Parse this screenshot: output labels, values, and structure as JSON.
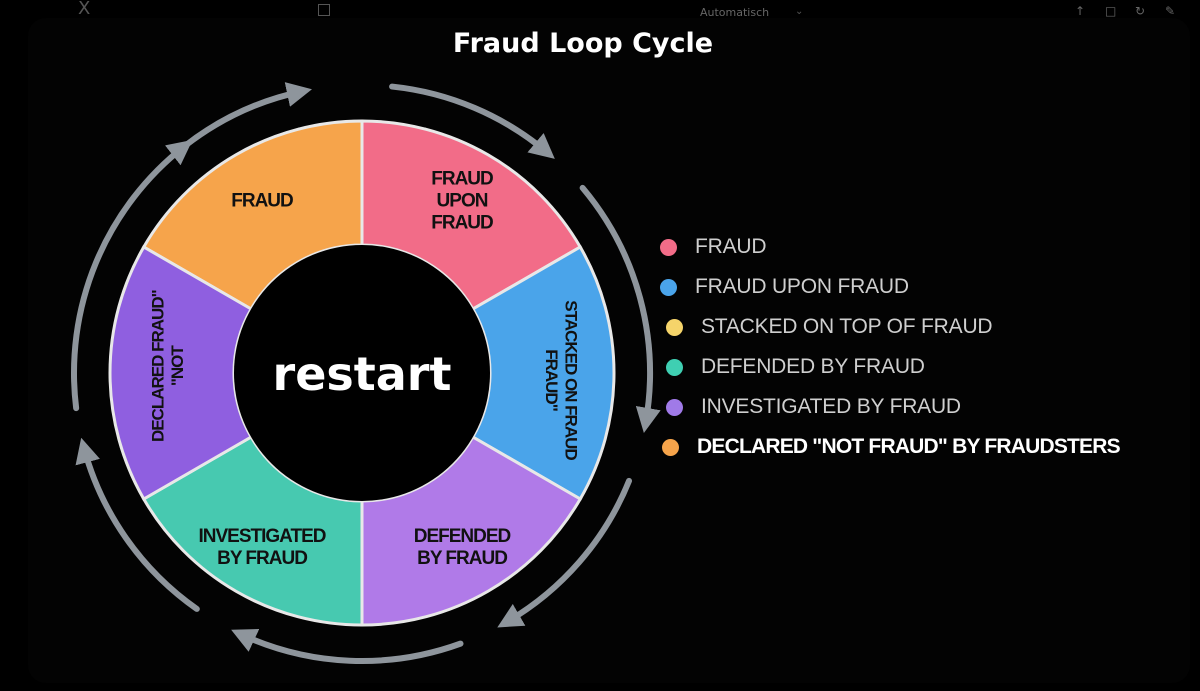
{
  "window": {
    "logo": "X",
    "mode_label": "Automatisch"
  },
  "diagram": {
    "title": "Fraud Loop Cycle",
    "center_label": "restart",
    "segments": [
      {
        "lines": [
          "FRAUD"
        ],
        "color": "#f6a44b"
      },
      {
        "lines": [
          "FRAUD",
          "UPON",
          "FRAUD"
        ],
        "color": "#f26c88"
      },
      {
        "lines": [
          "STACKED ON FRAUD",
          "FRAUD\""
        ],
        "color": "#4aa4ea"
      },
      {
        "lines": [
          "DEFENDED",
          "BY FRAUD"
        ],
        "color": "#b07ae8"
      },
      {
        "lines": [
          "INVESTIGATED",
          "BY FRAUD"
        ],
        "color": "#47c9b0"
      },
      {
        "lines": [
          "DECLARED FRAUD\"",
          "\"NOT"
        ],
        "color": "#8f5fe0"
      }
    ],
    "ring_colors": {
      "arrow": "#8e959c",
      "separator": "#e8e8e8"
    }
  },
  "legend": [
    {
      "label": "FRAUD",
      "color": "#f26c88"
    },
    {
      "label": "FRAUD UPON FRAUD",
      "color": "#4aa4ea"
    },
    {
      "label": "STACKED ON TOP OF FRAUD",
      "color": "#f5d46a"
    },
    {
      "label": "DEFENDED BY FRAUD",
      "color": "#3fcfb2"
    },
    {
      "label": "INVESTIGATED BY FRAUD",
      "color": "#a07ae8"
    },
    {
      "label": "DECLARED \"NOT FRAUD\" BY FRAUDSTERS",
      "color": "#f6a44b"
    }
  ]
}
